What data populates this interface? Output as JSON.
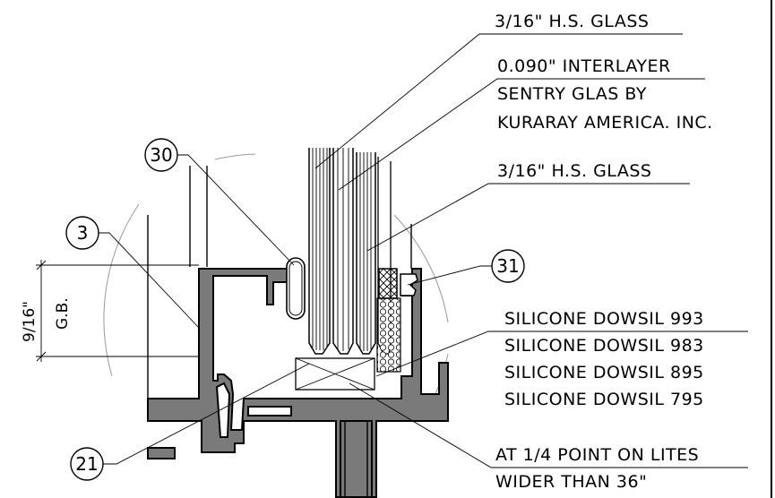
{
  "notes": {
    "glass_outer": "3/16\" H.S. GLASS",
    "interlayer_1": "0.090\" INTERLAYER",
    "interlayer_2": "SENTRY GLAS BY",
    "interlayer_3": "KURARAY AMERICA. INC.",
    "glass_inner": "3/16\" H.S. GLASS",
    "silicone_1": "SILICONE DOWSIL 993",
    "silicone_2": "SILICONE DOWSIL 983",
    "silicone_3": "SILICONE DOWSIL 895",
    "silicone_4": "SILICONE DOWSIL 795",
    "setting_block_1": "AT 1/4 POINT ON LITES",
    "setting_block_2": "WIDER THAN 36\""
  },
  "tags": {
    "t30": "30",
    "t3": "3",
    "t31": "31",
    "t21": "21"
  },
  "dimension": {
    "value": "9/16\"",
    "label": "G.B."
  }
}
